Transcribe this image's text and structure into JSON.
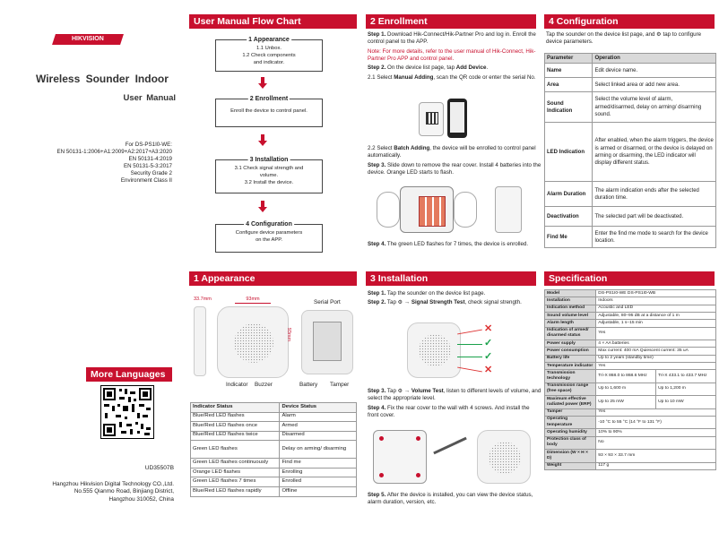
{
  "cover": {
    "logo": "HIKVISION",
    "product_title": "Wireless Sounder Indoor",
    "manual_title": "User Manual",
    "standards": [
      "For DS-PS1I0-WE:",
      "EN 50131-1:2006+A1:2009+A2:2017+A3:2020",
      "EN 50131-4:2019",
      "EN 50131-5-3:2017",
      "Security Grade 2",
      "Environment Class II"
    ],
    "more_languages": "More Languages",
    "doc_code": "UD35507B",
    "address": [
      "Hangzhou Hikvision Digital Technology CO.,Ltd.",
      "No.555 Qianmo Road, Binjiang District,",
      "Hangzhou 310052, China"
    ]
  },
  "flow": {
    "header": "User Manual Flow Chart",
    "steps": [
      {
        "title": "1 Appearance",
        "lines": [
          "1.1 Unbox.",
          "1.2 Check components",
          "and indicator."
        ]
      },
      {
        "title": "2 Enrollment",
        "lines": [
          "Enroll the device to control panel."
        ]
      },
      {
        "title": "3 Installation",
        "lines": [
          "3.1 Check signal strength and",
          "volume.",
          "3.2 Install the device."
        ]
      },
      {
        "title": "4 Configuration",
        "lines": [
          "Configure device parameters",
          "on the APP."
        ]
      }
    ]
  },
  "appearance": {
    "header": "1 Appearance",
    "dim_small": "33.7mm",
    "dim_width": "93mm",
    "dim_height": "93mm",
    "label_serial": "Serial Port",
    "label_indicator": "Indicator",
    "label_buzzer": "Buzzer",
    "label_battery": "Battery",
    "label_tamper": "Tamper",
    "table_headers": [
      "Indicator Status",
      "Device Status"
    ],
    "table_rows": [
      [
        "Blue/Red LED flashes",
        "Alarm"
      ],
      [
        "Blue/Red LED flashes once",
        "Armed"
      ],
      [
        "Blue/Red LED flashes twice",
        "Disarmed"
      ],
      [
        "Green LED flashes",
        "Delay on arming/ disarming"
      ],
      [
        "Green LED flashes continuously",
        "Find me"
      ],
      [
        "Orange LED flashes",
        "Enrolling"
      ],
      [
        "Green LED flashes 7 times",
        "Enrolled"
      ],
      [
        "Blue/Red LED flashes rapidly",
        "Offline"
      ]
    ]
  },
  "enrollment": {
    "header": "2 Enrollment",
    "s1": "Step 1.",
    "s1_text": "Download Hik-Connect/Hik-Partner Pro and log in. Enroll the control panel to the APP.",
    "note": "Note: For more details, refer to the user manual of Hik-Connect, Hik-Partner Pro APP and control panel.",
    "s2": "Step 2.",
    "s2_text_a": "On the device list page, tap",
    "s2_bold": "Add Device",
    "s21_a": "2.1 Select",
    "s21_bold": "Manual Adding",
    "s21_b": ", scan the QR code or enter the serial No.",
    "s22_a": "2.2 Select",
    "s22_bold": "Batch Adding",
    "s22_b": ", the device will be enrolled to control panel automatically.",
    "s3": "Step 3.",
    "s3_text": "Slide down to remove the rear cover. Install 4 batteries into the device. Orange LED starts to flash.",
    "s4": "Step 4.",
    "s4_text": "The green LED flashes for 7 times, the device is enrolled."
  },
  "installation": {
    "header": "3 Installation",
    "s1": "Step 1.",
    "s1_text": "Tap the sounder on the device list page.",
    "s2": "Step 2.",
    "s2_a": "Tap",
    "s2_bold": "→ Signal Strength Test",
    "s2_b": ", check signal strength.",
    "s3": "Step 3.",
    "s3_a": "Tap",
    "s3_bold": "→ Volume Test",
    "s3_b": ", listen to different levels of volume, and select the appropriate level.",
    "s4": "Step 4.",
    "s4_text": "Fix the rear cover to the wall with 4 screws. And install the front cover.",
    "s5": "Step 5.",
    "s5_text": "After the device is installed, you can view the device status, alarm duration, version, etc."
  },
  "configuration": {
    "header": "4 Configuration",
    "intro_a": "Tap the sounder on the device list page, and",
    "intro_b": "tap to configure device parameters.",
    "table_headers": [
      "Parameter",
      "Operation"
    ],
    "rows": [
      [
        "Name",
        "Edit device name."
      ],
      [
        "Area",
        "Select linked area or add new area."
      ],
      [
        "Sound Indication",
        "Select the volume level of alarm, armed/disarmed, delay on arming/ disarming sound."
      ],
      [
        "LED Indication",
        "After enabled, when the alarm triggers, the device is armed or disarmed, or the device is delayed on arming or disarming, the LED indicator will display different status."
      ],
      [
        "Alarm Duration",
        "The alarm indication ends after the selected duration time."
      ],
      [
        "Deactivation",
        "The selected part will be deactivated."
      ],
      [
        "Find Me",
        "Enter the find me mode to search for the device location."
      ]
    ]
  },
  "specification": {
    "header": "Specification",
    "rows": [
      [
        "Model",
        "DS-PS1I0-WE DS-PS1I0-WB",
        ""
      ],
      [
        "Installation",
        "Indoors",
        ""
      ],
      [
        "Indication method",
        "Acoustic and LED",
        ""
      ],
      [
        "Sound volume level",
        "Adjustable, 80–95 dB at a distance of 1 m",
        ""
      ],
      [
        "Alarm length",
        "Adjustable, 1 s–15 min",
        ""
      ],
      [
        "Indication of armed/ disarmed status",
        "Yes",
        ""
      ],
      [
        "Power supply",
        "4 × AA batteries",
        ""
      ],
      [
        "Power consumption",
        "Max current: 400 mA Quiescent current: 35 uA",
        ""
      ],
      [
        "Battery life",
        "Up to 2 years (standby time)",
        ""
      ],
      [
        "Temperature indicator",
        "Yes",
        ""
      ],
      [
        "Transmission technology",
        "Tri-X 868.0 to 868.6 MHz",
        "Tri-X 433.1 to 433.7 MHz"
      ],
      [
        "Transmission range (free space)",
        "Up to 1,600 m",
        "Up to 1,200 m"
      ],
      [
        "Maximum effective radiated power (ERP)",
        "Up to 25 mW",
        "Up to 10 mW"
      ],
      [
        "Tamper",
        "Yes",
        ""
      ],
      [
        "Operating temperature",
        "-10 °C to 55 °C (14 °F to 131 °F)",
        ""
      ],
      [
        "Operating humidity",
        "10% to 90%",
        ""
      ],
      [
        "Protection class of body",
        "No",
        ""
      ],
      [
        "Dimension (W × H × D)",
        "93 × 93 × 33.7 mm",
        ""
      ],
      [
        "Weight",
        "117 g",
        ""
      ]
    ]
  }
}
